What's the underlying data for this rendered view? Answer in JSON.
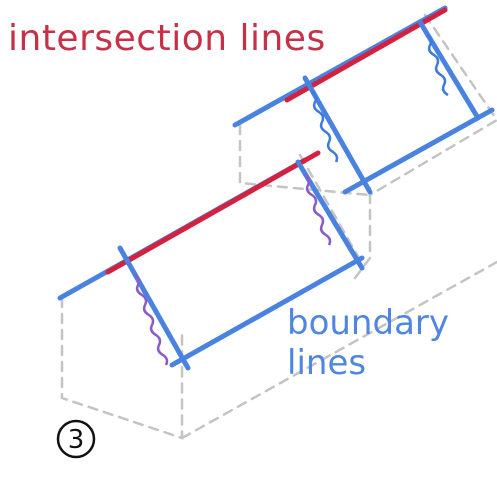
{
  "labels": {
    "intersection": "intersection lines",
    "boundary_line1": "boundary",
    "boundary_line2": "lines",
    "step_number": "3"
  },
  "colors": {
    "intersection": "#d3213f",
    "boundary": "#4a82e0",
    "boundary_label": "#4f86e2",
    "intersection_label": "#c63148",
    "dashed_outline": "#c4c4c4",
    "wavy": "#8a5cc8"
  }
}
